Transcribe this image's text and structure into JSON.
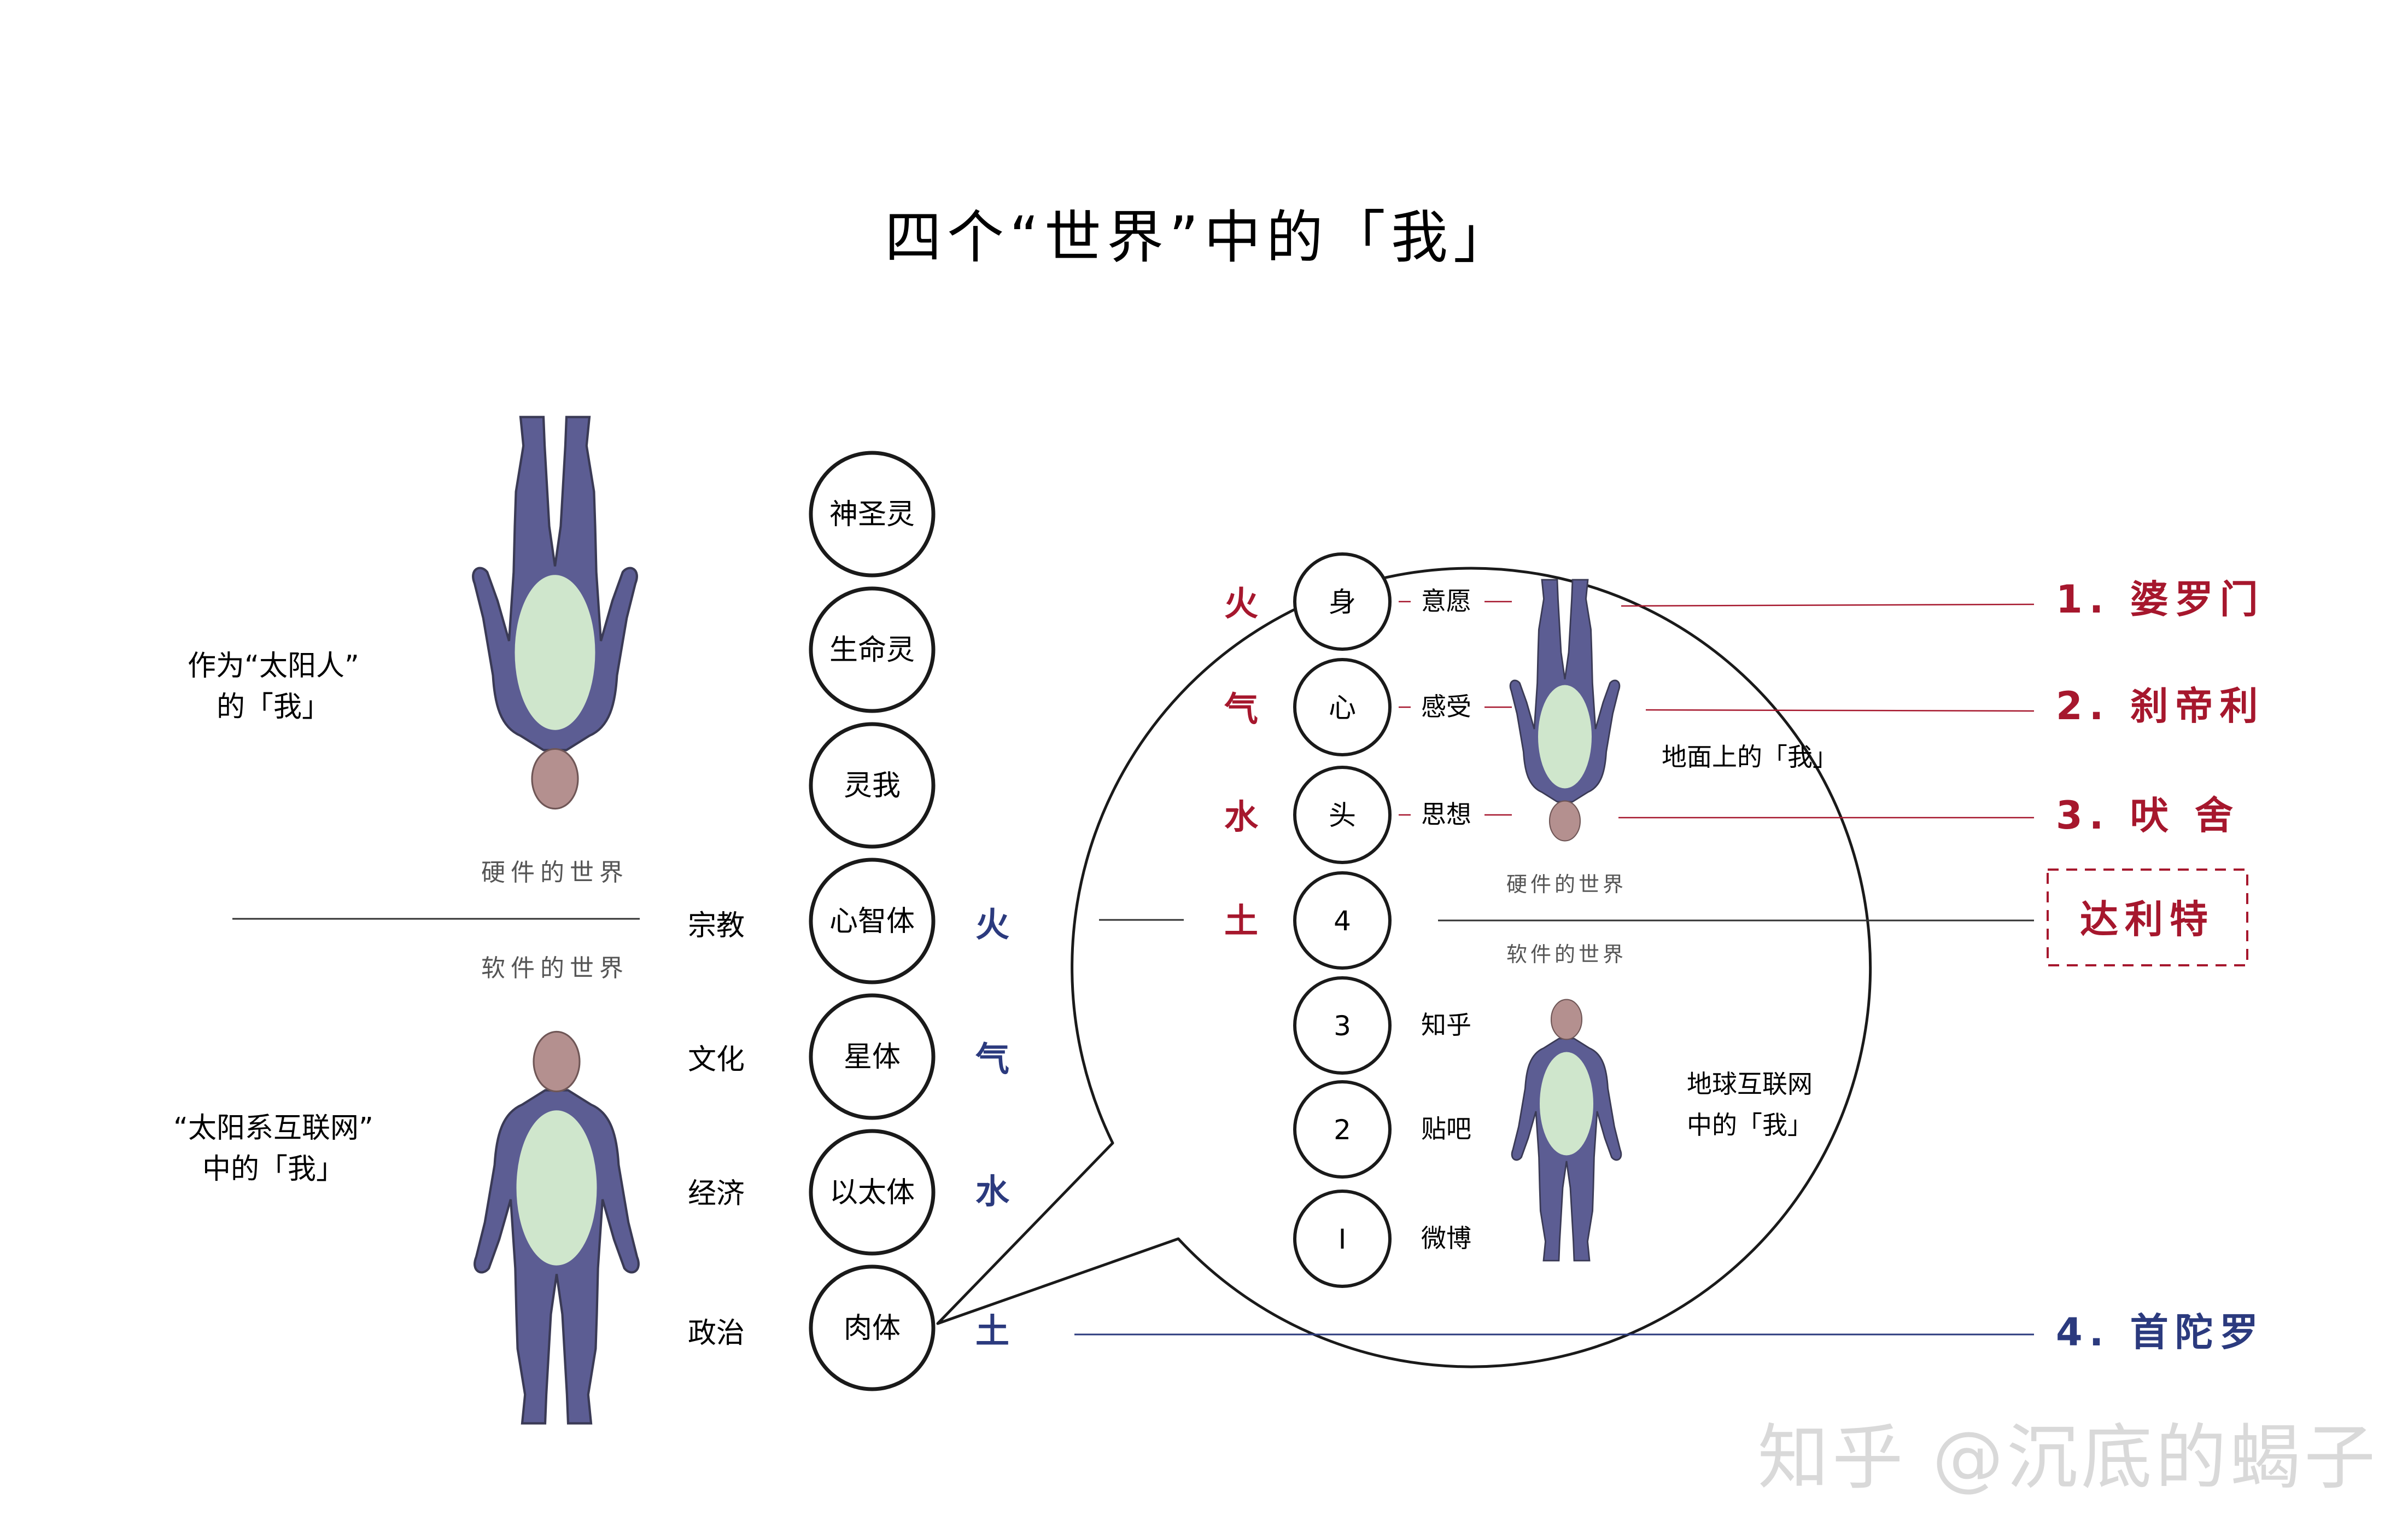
{
  "title": "四个“世界”中的「我」",
  "colors": {
    "body": "#5c5d93",
    "body_outline": "#3a3a55",
    "torso": "#cfe6cc",
    "head": "#b4908f",
    "red": "#a6172d",
    "blue": "#2b3a7e"
  },
  "left_panel": {
    "sun_person": {
      "line1": "作为“太阳人”",
      "line2": "的「我」"
    },
    "solar_net_person": {
      "line1": "“太阳系互联网”",
      "line2": "中的「我」"
    },
    "hardware_world": "硬件的世界",
    "software_world": "软件的世界"
  },
  "domains": [
    "宗教",
    "文化",
    "经济",
    "政治"
  ],
  "bodies": [
    "神圣灵",
    "生命灵",
    "灵我",
    "心智体",
    "星体",
    "以太体",
    "肉体"
  ],
  "elements_outer": [
    "火",
    "气",
    "水",
    "土"
  ],
  "bubble": {
    "elements": [
      "火",
      "气",
      "水",
      "土"
    ],
    "upper_circles": [
      "身",
      "心",
      "头"
    ],
    "upper_labels": [
      "意愿",
      "感受",
      "思想"
    ],
    "middle_circle": "4",
    "lower_circles": [
      "3",
      "2",
      "I"
    ],
    "lower_labels": [
      "知乎",
      "贴吧",
      "微博"
    ],
    "ground_person": "地面上的「我」",
    "internet_person": {
      "line1": "地球互联网",
      "line2": "中的「我」"
    },
    "hardware_world": "硬件的世界",
    "software_world": "软件的世界"
  },
  "castes": {
    "brahmin": "1. 婆罗门",
    "kshatriya": "2. 刹帝利",
    "vaishya": "3. 吠 舍",
    "dalit": "达利特",
    "shudra": "4. 首陀罗"
  },
  "watermark": "知乎 @沉底的蝎子"
}
